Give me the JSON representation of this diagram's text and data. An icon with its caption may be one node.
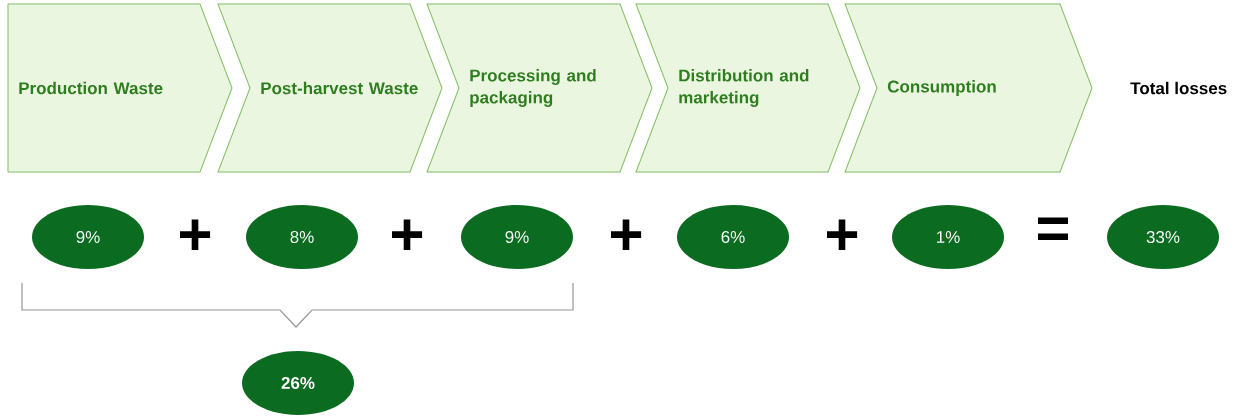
{
  "diagram": {
    "nodes": [
      {
        "text": [
          "Production Waste"
        ]
      },
      {
        "text": [
          "Post-harvest Waste"
        ]
      },
      {
        "text": [
          "Processing and packaging"
        ]
      },
      {
        "text": [
          "Distribution and marketing"
        ]
      },
      {
        "text": [
          "Consumption"
        ]
      },
      {
        "text": [
          "9%"
        ]
      },
      {
        "text": [
          "8%"
        ]
      },
      {
        "text": [
          "9%"
        ]
      },
      {
        "text": [
          "6%"
        ]
      },
      {
        "text": [
          "1%"
        ]
      },
      {
        "text": [
          "33%"
        ]
      },
      {
        "text": [
          "26%"
        ]
      }
    ],
    "labels": [
      "Total losses",
      "+",
      "+",
      "+",
      "+",
      "="
    ]
  }
}
